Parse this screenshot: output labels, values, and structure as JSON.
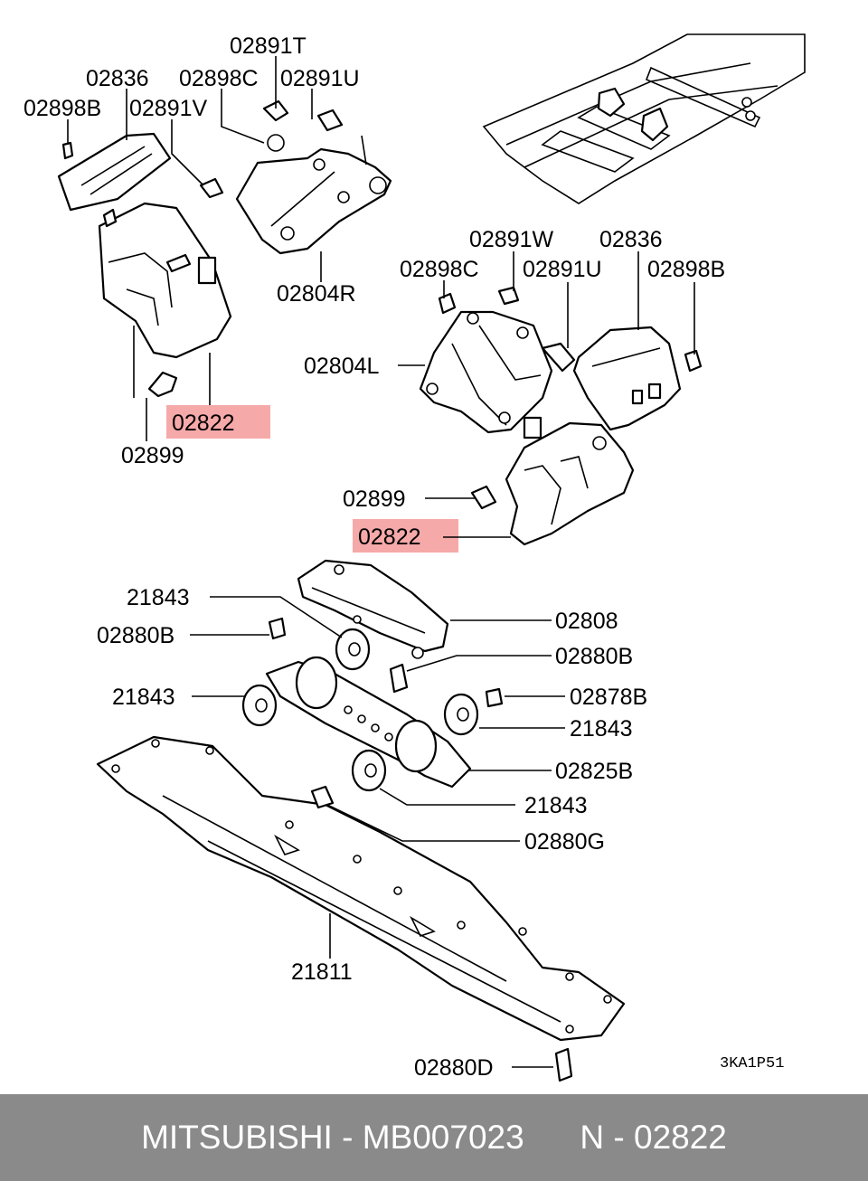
{
  "labels": {
    "l_02891T": "02891T",
    "l_02836a": "02836",
    "l_02898Ca": "02898C",
    "l_02891Ua": "02891U",
    "l_02898Ba": "02898B",
    "l_02891V": "02891V",
    "l_02804R": "02804R",
    "l_02822a": "02822",
    "l_02899a": "02899",
    "l_02891W": "02891W",
    "l_02836b": "02836",
    "l_02898Cb": "02898C",
    "l_02891Ub": "02891U",
    "l_02898Bb": "02898B",
    "l_02804L": "02804L",
    "l_02899b": "02899",
    "l_02822b": "02822",
    "l_21843a": "21843",
    "l_02808": "02808",
    "l_02880Ba": "02880B",
    "l_02880Bb": "02880B",
    "l_21843b": "21843",
    "l_02878B": "02878B",
    "l_21843c": "21843",
    "l_02825B": "02825B",
    "l_21843d": "21843",
    "l_02880G": "02880G",
    "l_21811": "21811",
    "l_02880D": "02880D",
    "l_code": "3KA1P51"
  },
  "highlight_color": "#f59a9a",
  "footer": {
    "brand": "MITSUBISHI",
    "sep1": " - ",
    "part_number": "MB007023",
    "gap": "      ",
    "ref": "N - 02822"
  },
  "footer_color": "#8a8a8a"
}
